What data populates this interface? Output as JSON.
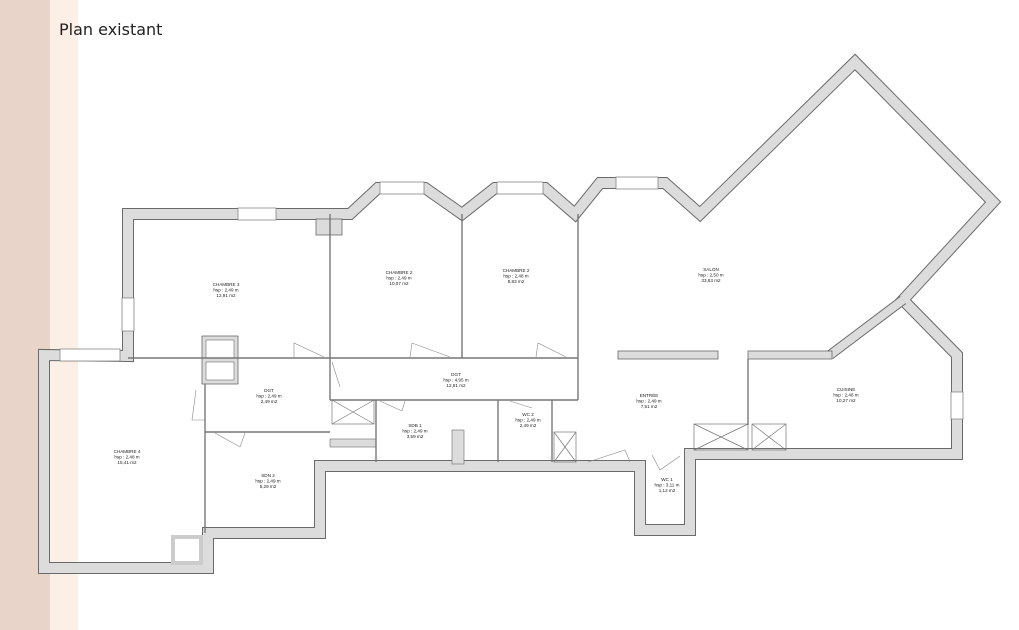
{
  "title": "Plan existant",
  "colors": {
    "band_dark": "#e9d4c9",
    "band_light": "#fcefe5",
    "wall_fill": "#dcdcdc",
    "wall_outline": "#6a6a6a"
  },
  "rooms": [
    {
      "name": "CHAMBRE 3",
      "hsp": "hsp : 2,49 m",
      "area": "12,91 m2"
    },
    {
      "name": "CHAMBRE 2",
      "hsp": "hsp : 2,49 m",
      "area": "10,07 m2"
    },
    {
      "name": "CHAMBRE 2",
      "hsp": "hsp : 2,48 m",
      "area": "8,83 m2"
    },
    {
      "name": "SALON",
      "hsp": "hsp : 2,50 m",
      "area": "33,63 m2"
    },
    {
      "name": "DGT",
      "hsp": "hsp : 2,49 m",
      "area": "2,49 m2"
    },
    {
      "name": "DGT",
      "hsp": "hsp : 4,95 m",
      "area": "12,91 m2"
    },
    {
      "name": "ENTRÉE",
      "hsp": "hsp : 2,49 m",
      "area": "7,51 m2"
    },
    {
      "name": "CUISINE",
      "hsp": "hsp : 2,48 m",
      "area": "10,27 m2"
    },
    {
      "name": "SDB 1",
      "hsp": "hsp : 2,49 m",
      "area": "3,59 m2"
    },
    {
      "name": "WC 2",
      "hsp": "hsp : 2,49 m",
      "area": "2,49 m2"
    },
    {
      "name": "CHAMBRE 4",
      "hsp": "hsp : 2,48 m",
      "area": "15,41 m2"
    },
    {
      "name": "SDN 2",
      "hsp": "hsp : 2,49 m",
      "area": "5,29 m2"
    },
    {
      "name": "WC 1",
      "hsp": "hsp : 3,11 m",
      "area": "1,12 m2"
    }
  ]
}
